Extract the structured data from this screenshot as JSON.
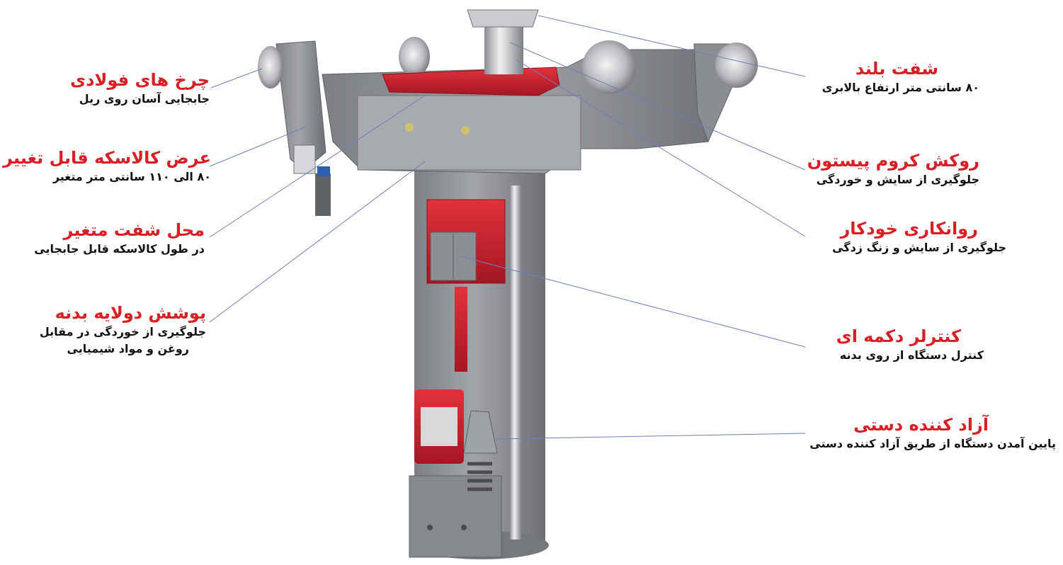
{
  "colors": {
    "title": "#d81f26",
    "text": "#111111",
    "leader": "#6f7fb8",
    "body": "#8d9095",
    "accent": "#c41e2e"
  },
  "callouts_left": [
    {
      "title": "چرخ های فولادی",
      "desc": [
        "جابجایی آسان روی ریل"
      ]
    },
    {
      "title": "عرض کالاسکه قابل تغییر",
      "desc": [
        "۸۰ الی ۱۱۰ سانتی متر متغیر"
      ]
    },
    {
      "title": "محل شفت متغیر",
      "desc": [
        "در طول کالاسکه قابل جابجایی"
      ]
    },
    {
      "title": "پوشش دولایه بدنه",
      "desc": [
        "جلوگیری از خوردگی در مقابل",
        "روغن و مواد شیمیایی"
      ]
    }
  ],
  "callouts_right": [
    {
      "title": "شفت بلند",
      "desc": [
        "۸۰ سانتی متر ارتفاع بالابری"
      ]
    },
    {
      "title": "روکش کروم پیستون",
      "desc": [
        "جلوگیری از سایش و خوردگی"
      ]
    },
    {
      "title": "روانکاری خودکار",
      "desc": [
        "جلوگیری از سایش و زنگ زدگی"
      ]
    },
    {
      "title": "کنترلر دکمه ای",
      "desc": [
        "کنترل دستگاه از روی بدنه"
      ]
    },
    {
      "title": "آزاد کننده دستی",
      "desc": [
        "پایین آمدن دستگاه از طریق آزاد کننده دستی"
      ]
    }
  ]
}
